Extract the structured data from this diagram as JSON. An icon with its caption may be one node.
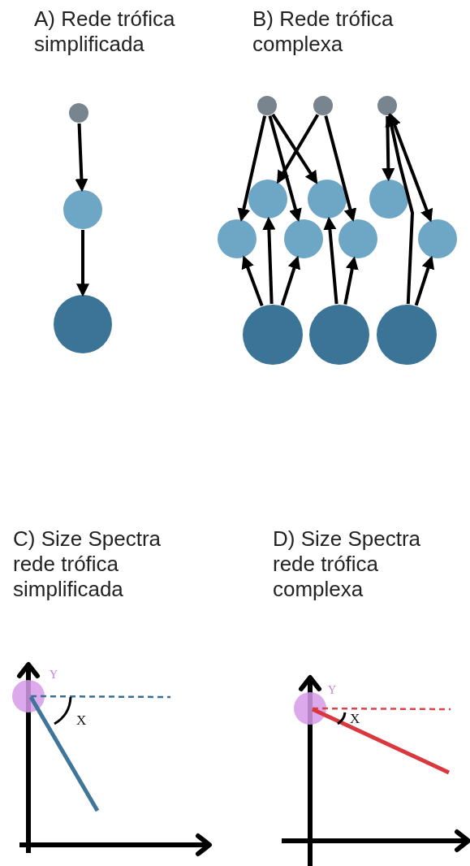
{
  "diagram": {
    "nodes": [
      {
        "text": [],
        "shape": "circle"
      },
      {
        "text": [],
        "shape": "circle"
      },
      {
        "text": [],
        "shape": "circle"
      },
      {
        "text": [],
        "shape": "circle"
      },
      {
        "text": [],
        "shape": "circle"
      },
      {
        "text": [],
        "shape": "circle"
      },
      {
        "text": [],
        "shape": "circle"
      },
      {
        "text": [],
        "shape": "circle"
      },
      {
        "text": [],
        "shape": "circle"
      },
      {
        "text": [],
        "shape": "circle"
      },
      {
        "text": [],
        "shape": "circle"
      },
      {
        "text": [],
        "shape": "circle"
      },
      {
        "text": [],
        "shape": "circle"
      },
      {
        "text": [],
        "shape": "circle"
      },
      {
        "text": [],
        "shape": "circle"
      },
      {
        "text": [],
        "shape": "circle"
      }
    ],
    "edges": [
      {
        "from": 0,
        "to": 1,
        "arrow": "to"
      },
      {
        "from": 1,
        "to": 2,
        "arrow": "to"
      },
      {
        "from": 3,
        "to": 9,
        "arrow": "to"
      },
      {
        "from": 3,
        "to": 10,
        "arrow": "to"
      },
      {
        "from": 3,
        "to": 7,
        "arrow": "to"
      },
      {
        "from": 4,
        "to": 6,
        "arrow": "to"
      },
      {
        "from": 4,
        "to": 11,
        "arrow": "to"
      },
      {
        "from": 5,
        "to": 8,
        "arrow": "to"
      },
      {
        "from": 15,
        "to": 5,
        "arrow": "to"
      },
      {
        "from": 5,
        "to": 12,
        "arrow": "both"
      },
      {
        "from": 13,
        "to": 9,
        "arrow": "to"
      },
      {
        "from": 13,
        "to": 6,
        "arrow": "to"
      },
      {
        "from": 13,
        "to": 10,
        "arrow": "to"
      },
      {
        "from": 14,
        "to": 7,
        "arrow": "to"
      },
      {
        "from": 14,
        "to": 11,
        "arrow": "to"
      },
      {
        "from": 15,
        "to": 12,
        "arrow": "to"
      }
    ],
    "labels": [
      "A) Rede trófica simplificada",
      "B) Rede trófica complexa",
      "C) Size Spectra rede trófica simplificada",
      "D) Size Spectra rede trófica complexa",
      "Y",
      "X",
      "Y",
      "X"
    ]
  }
}
